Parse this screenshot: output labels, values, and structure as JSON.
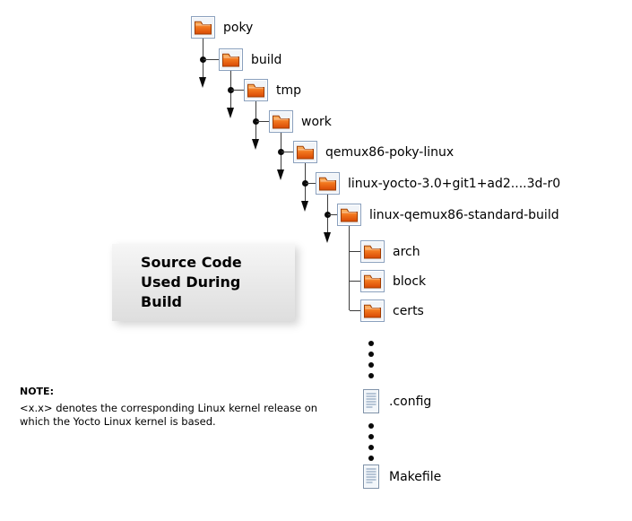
{
  "tree": {
    "chain": [
      {
        "label": "poky"
      },
      {
        "label": "build"
      },
      {
        "label": "tmp"
      },
      {
        "label": "work"
      },
      {
        "label": "qemux86-poky-linux"
      },
      {
        "label": "linux-yocto-3.0+git1+ad2....3d-r0"
      },
      {
        "label": "linux-qemux86-standard-build"
      }
    ],
    "children": [
      {
        "label": "arch",
        "icon": "folder-icon"
      },
      {
        "label": "block",
        "icon": "folder-icon"
      },
      {
        "label": "certs",
        "icon": "folder-icon"
      },
      {
        "label": ".config",
        "icon": "file-icon"
      },
      {
        "label": "Makefile",
        "icon": "file-icon"
      }
    ]
  },
  "callout": {
    "line1": "Source Code",
    "line2": "Used During",
    "line3": "Build"
  },
  "note": {
    "title": "NOTE:",
    "line1": "<x.x> denotes the corresponding Linux kernel release on",
    "line2": "which the Yocto Linux kernel is based."
  },
  "colors": {
    "folder_orange_top": "#fdb965",
    "folder_orange_bottom": "#d84a05",
    "icon_frame": "#8aa0bd",
    "connector_line": "#3c3c3c",
    "callout_bg": "#e9e9e9"
  }
}
